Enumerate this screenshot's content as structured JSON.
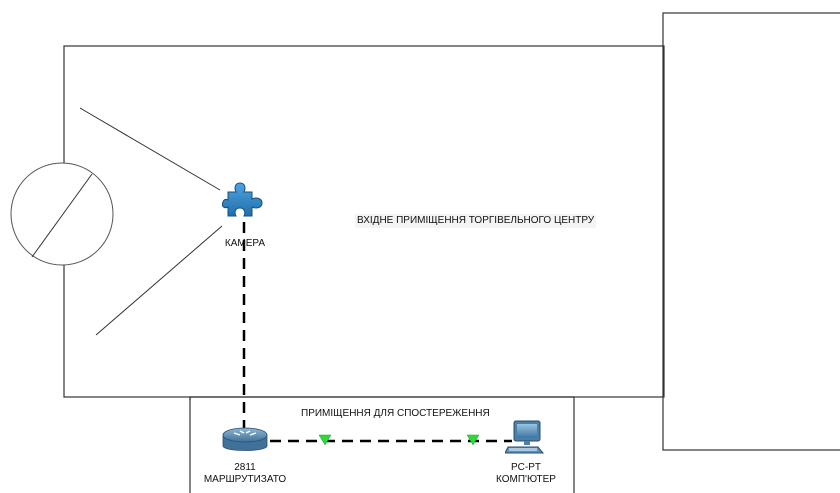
{
  "rooms": {
    "entrance_label": "ВХІДНЕ ПРИМІЩЕННЯ ТОРГІВЕЛЬНОГО ЦЕНТРУ",
    "monitoring_label": "ПРИМІЩЕННЯ ДЛЯ СПОСТЕРЕЖЕННЯ"
  },
  "devices": {
    "camera": {
      "label": "КАМЕРА",
      "icon": "puzzle-piece-icon"
    },
    "router": {
      "model": "2811",
      "label": "МАРШРУТИЗАТО",
      "icon": "router-icon"
    },
    "pc": {
      "model": "PC-PT",
      "label": "КОМП'ЮТЕР",
      "icon": "computer-icon"
    }
  },
  "links": [
    {
      "from": "camera",
      "to": "router",
      "style": "dashed",
      "color": "#000000"
    },
    {
      "from": "router",
      "to": "pc",
      "style": "dashed",
      "color": "#000000",
      "link_indicator_color": "#2bd93b"
    }
  ],
  "colors": {
    "camera_blue": "#1f6fae",
    "router_blue": "#4a7fa8",
    "link_green": "#2bd93b",
    "wall": "#333333"
  }
}
